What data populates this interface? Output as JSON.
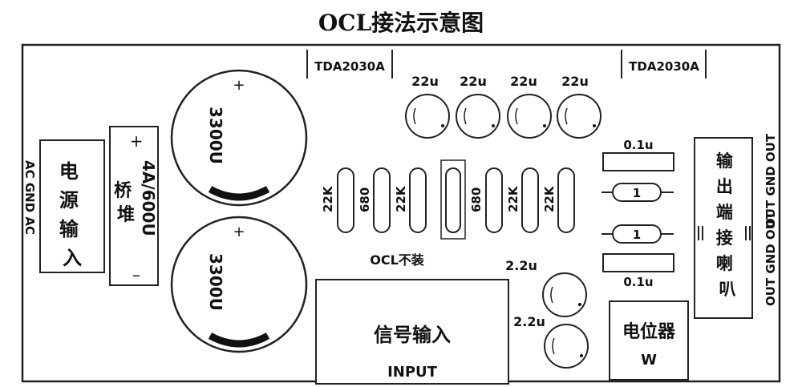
{
  "title": "OCL接法示意图",
  "ac_label": "AC GND AC",
  "power_input_label": "电源输入",
  "bridge": {
    "label": "桥堆",
    "rating": "4A/600U",
    "plus": "+",
    "minus": "–"
  },
  "capacitors_large": [
    {
      "value": "3300U",
      "plus": "+"
    },
    {
      "value": "3300U",
      "plus": "+"
    }
  ],
  "chips": [
    "TDA2030A",
    "TDA2030A"
  ],
  "caps_22u": [
    "22u",
    "22u",
    "22u",
    "22u"
  ],
  "resistors_left": [
    "22K",
    "680",
    "22K"
  ],
  "resistors_right": [
    "680",
    "22K",
    "22K"
  ],
  "ocl_note": "OCL不装",
  "cap_01u": [
    "0.1u",
    "0.1u"
  ],
  "resistor_1": [
    "1",
    "1"
  ],
  "caps_22u_small": [
    "2.2u",
    "2.2u"
  ],
  "signal_input": {
    "label_cn": "信号输入",
    "label_en": "INPUT"
  },
  "pot": {
    "label_cn": "电位器",
    "label_w": "W"
  },
  "speaker_output_label": "输出端接喇叭",
  "out_label_top": "OUT GND OUT",
  "out_label_bottom": "OUT GND OUT"
}
